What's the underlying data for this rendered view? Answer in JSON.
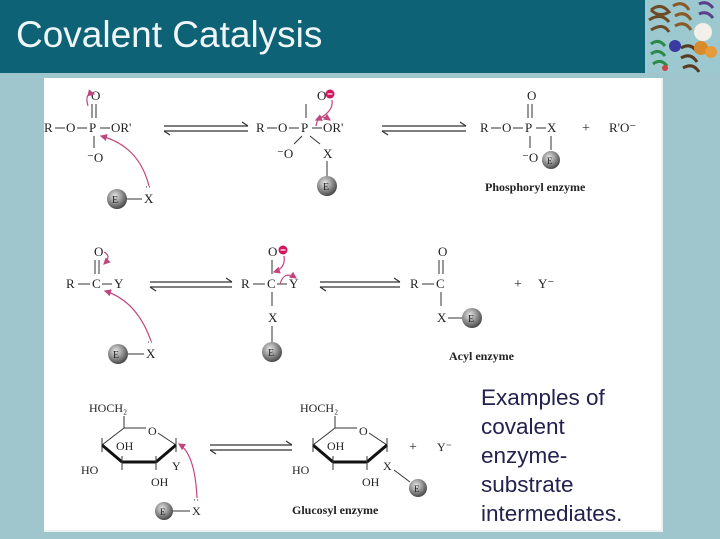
{
  "slide": {
    "title": "Covalent Catalysis",
    "colors": {
      "header_bg": "#0e6276",
      "page_bg": "#9fc6cd",
      "panel_bg": "#ffffff",
      "arrow_curved": "#c2457e",
      "negative_charge": "#d1165e",
      "caption_text": "#23214e"
    },
    "caption_lines": [
      "Examples of",
      "covalent",
      "enzyme-",
      "substrate",
      "intermediates."
    ]
  },
  "reactions": [
    {
      "name": "phosphoryl",
      "reactant": {
        "R": "R",
        "O1": "O",
        "P": "P",
        "OR": "OR'",
        "Otop": "O",
        "Obottom": "⁻O",
        "E": "E",
        "X": "X"
      },
      "intermediate": {
        "R": "R",
        "O1": "O",
        "P": "P",
        "OR": "OR'",
        "Otop": "O",
        "Oleft": "⁻O",
        "X": "X",
        "E": "E"
      },
      "product": {
        "R": "R",
        "O1": "O",
        "P": "P",
        "X": "X",
        "Otop": "O",
        "Obottom": "⁻O",
        "E": "E",
        "plus": "+",
        "leaving": "R'O⁻"
      },
      "label": "Phosphoryl enzyme"
    },
    {
      "name": "acyl",
      "reactant": {
        "R": "R",
        "C": "C",
        "Y": "Y",
        "Otop": "O",
        "E": "E",
        "X": "X"
      },
      "intermediate": {
        "R": "R",
        "C": "C",
        "Y": "Y",
        "Otop": "O",
        "X": "X",
        "E": "E"
      },
      "product": {
        "R": "R",
        "C": "C",
        "Otop": "O",
        "X": "X",
        "E": "E",
        "plus": "+",
        "leaving": "Y⁻"
      },
      "label": "Acyl enzyme"
    },
    {
      "name": "glucosyl",
      "reactant": {
        "CH2OH": "HOCH₂",
        "ringO": "O",
        "OH_upper": "OH",
        "HO_left": "HO",
        "OH_bottom": "OH",
        "Y": "Y",
        "E": "E",
        "X": "X"
      },
      "product": {
        "CH2OH": "HOCH₂",
        "ringO": "O",
        "OH_upper": "OH",
        "HO_left": "HO",
        "OH_bottom": "OH",
        "X": "X",
        "E": "E",
        "plus": "+",
        "leaving": "Y⁻"
      },
      "label": "Glucosyl enzyme"
    }
  ]
}
